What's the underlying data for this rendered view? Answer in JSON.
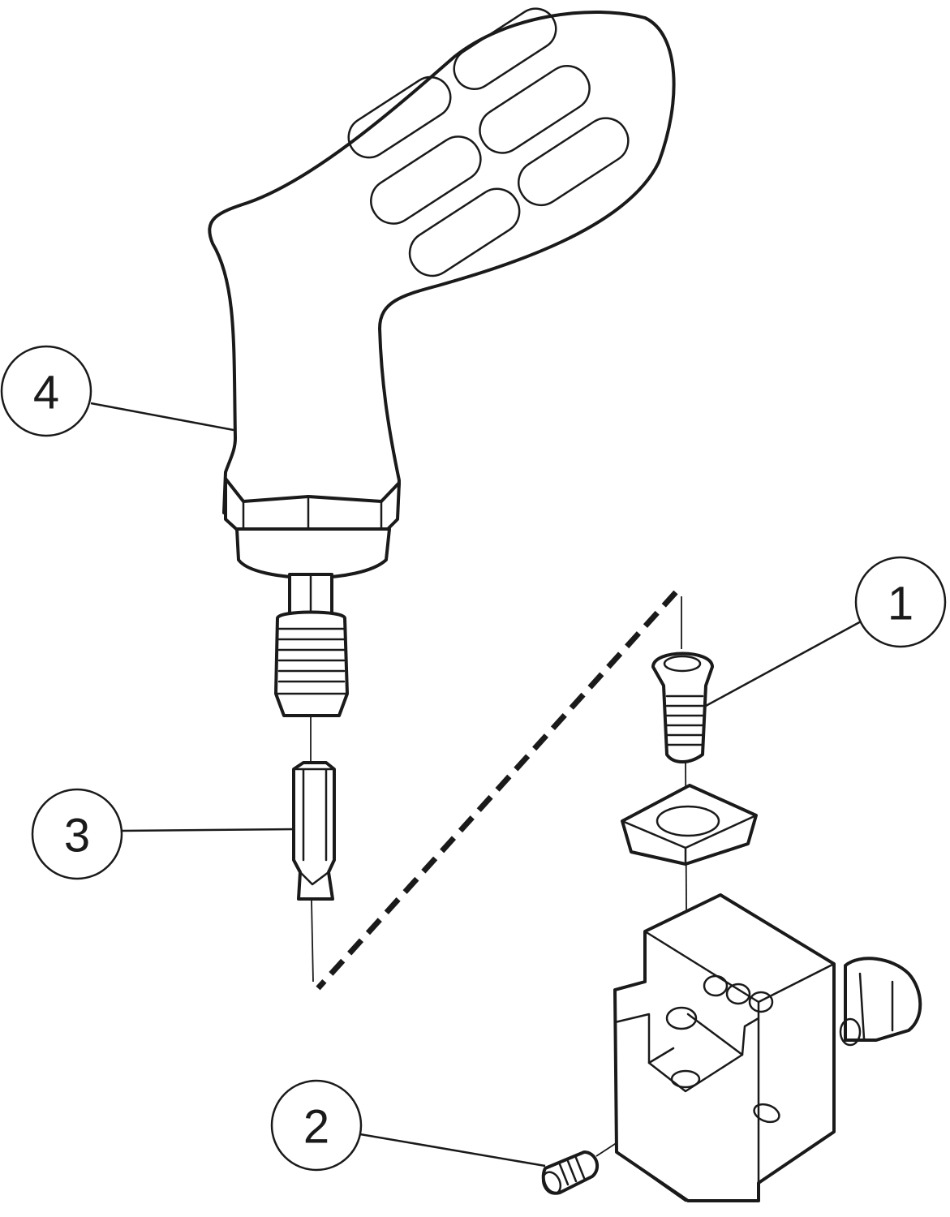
{
  "diagram": {
    "callouts": [
      {
        "id": "1",
        "label": "1"
      },
      {
        "id": "2",
        "label": "2"
      },
      {
        "id": "3",
        "label": "3"
      },
      {
        "id": "4",
        "label": "4"
      }
    ],
    "colors": {
      "line": "#1a1a1a",
      "background": "#ffffff"
    }
  }
}
